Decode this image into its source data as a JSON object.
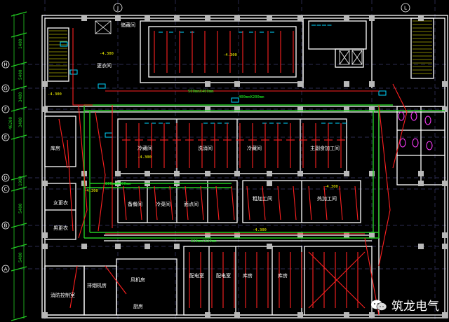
{
  "drawing": {
    "left_dimensions": [
      "1400",
      "5400",
      "3400",
      "3400",
      "1900",
      "5400",
      "5400"
    ],
    "total_dimension": "46200",
    "axis_letters": [
      "H",
      "G",
      "F",
      "E",
      "D",
      "C",
      "B",
      "A"
    ],
    "top_letters": [
      "J",
      "L"
    ],
    "room_labels": [
      "储藏间",
      "更衣间",
      "冷藏间",
      "洗消间",
      "主副食加工间",
      "备餐间",
      "冷菜间",
      "面点间",
      "粗加工间",
      "库房",
      "热加工间",
      "男更衣",
      "女更衣",
      "风机房",
      "排烟机房",
      "消防控制室",
      "配电室",
      "厨房"
    ],
    "duct_notes": [
      "500mmX400mm",
      "800mmX400mm",
      "630mmX320mm",
      "400mmX200mm"
    ],
    "elevations": [
      "-4.300",
      "-4.300",
      "-4.300",
      "-4.300",
      "-4.300",
      "-4.300",
      "-4.300"
    ]
  },
  "watermark": {
    "text": "筑龙电气"
  },
  "colors": {
    "wall": "#ffffff",
    "cable": "#ff2020",
    "green": "#22cc22",
    "cyan": "#00d6ff",
    "yellow": "#ffff00",
    "magenta": "#ff3cff",
    "column": "#b8b8b8",
    "grid": "#3a3a6a"
  }
}
